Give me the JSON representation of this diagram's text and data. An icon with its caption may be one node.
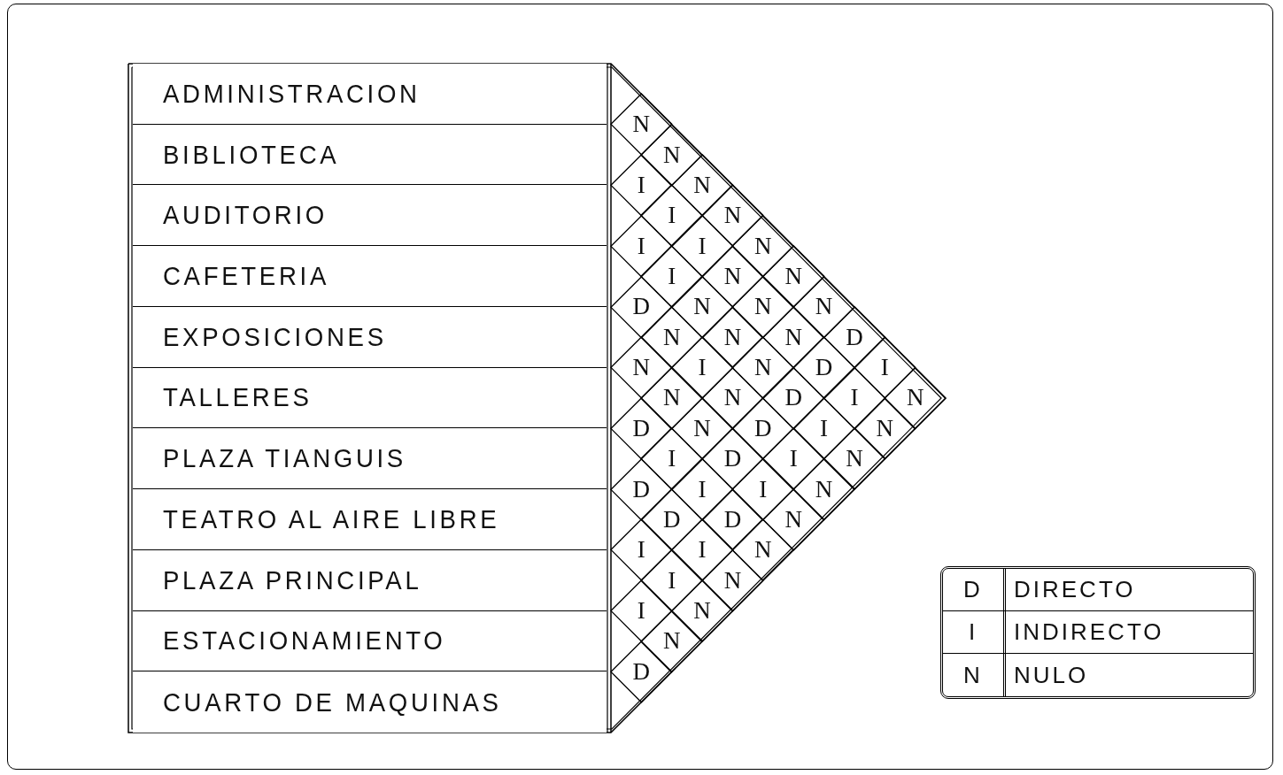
{
  "diagram": {
    "nodes": [
      {
        "text": [
          "ADMINISTRACION"
        ]
      },
      {
        "text": [
          "BIBLIOTECA"
        ]
      },
      {
        "text": [
          "AUDITORIO"
        ]
      },
      {
        "text": [
          "CAFETERIA"
        ]
      },
      {
        "text": [
          "EXPOSICIONES"
        ]
      },
      {
        "text": [
          "TALLERES"
        ]
      },
      {
        "text": [
          "PLAZA TIANGUIS"
        ]
      },
      {
        "text": [
          "TEATRO AL AIRE LIBRE"
        ]
      },
      {
        "text": [
          "PLAZA PRINCIPAL"
        ]
      },
      {
        "text": [
          "ESTACIONAMIENTO"
        ]
      },
      {
        "text": [
          "CUARTO DE MAQUINAS"
        ]
      },
      {
        "text": [
          "N"
        ]
      },
      {
        "text": [
          "N"
        ]
      },
      {
        "text": [
          "I"
        ]
      },
      {
        "text": [
          "N"
        ]
      },
      {
        "text": [
          "I"
        ]
      },
      {
        "text": [
          "N"
        ]
      },
      {
        "text": [
          "I"
        ]
      },
      {
        "text": [
          "I"
        ]
      },
      {
        "text": [
          "N"
        ]
      },
      {
        "text": [
          "I"
        ]
      },
      {
        "text": [
          "N"
        ]
      },
      {
        "text": [
          "N"
        ]
      },
      {
        "text": [
          "D"
        ]
      },
      {
        "text": [
          "N"
        ]
      },
      {
        "text": [
          "N"
        ]
      },
      {
        "text": [
          "N"
        ]
      },
      {
        "text": [
          "N"
        ]
      },
      {
        "text": [
          "N"
        ]
      },
      {
        "text": [
          "N"
        ]
      },
      {
        "text": [
          "D"
        ]
      },
      {
        "text": [
          "N"
        ]
      },
      {
        "text": [
          "I"
        ]
      },
      {
        "text": [
          "N"
        ]
      },
      {
        "text": [
          "D"
        ]
      },
      {
        "text": [
          "I"
        ]
      },
      {
        "text": [
          "N"
        ]
      },
      {
        "text": [
          "N"
        ]
      },
      {
        "text": [
          "D"
        ]
      },
      {
        "text": [
          "I"
        ]
      },
      {
        "text": [
          "N"
        ]
      },
      {
        "text": [
          "D"
        ]
      },
      {
        "text": [
          "N"
        ]
      },
      {
        "text": [
          "D"
        ]
      },
      {
        "text": [
          "I"
        ]
      },
      {
        "text": [
          "N"
        ]
      },
      {
        "text": [
          "I"
        ]
      },
      {
        "text": [
          "D"
        ]
      },
      {
        "text": [
          "I"
        ]
      },
      {
        "text": [
          "N"
        ]
      },
      {
        "text": [
          "D"
        ]
      },
      {
        "text": [
          "I"
        ]
      },
      {
        "text": [
          "I"
        ]
      },
      {
        "text": [
          "N"
        ]
      },
      {
        "text": [
          "D"
        ]
      },
      {
        "text": [
          "D"
        ]
      },
      {
        "text": [
          "N"
        ]
      },
      {
        "text": [
          "I"
        ]
      },
      {
        "text": [
          "I"
        ]
      },
      {
        "text": [
          "N"
        ]
      },
      {
        "text": [
          "I"
        ]
      },
      {
        "text": [
          "N"
        ]
      },
      {
        "text": [
          "I"
        ]
      },
      {
        "text": [
          "N"
        ]
      },
      {
        "text": [
          "N"
        ]
      },
      {
        "text": [
          "D"
        ]
      }
    ],
    "labels": [
      "D",
      "DIRECTO",
      "I",
      "INDIRECTO",
      "N",
      "NULO"
    ]
  }
}
